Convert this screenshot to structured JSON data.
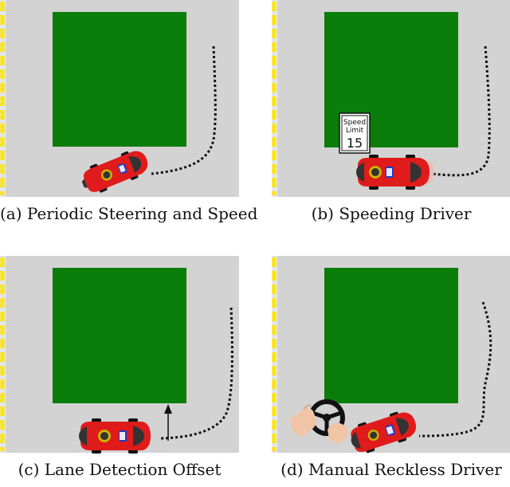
{
  "colors": {
    "road": "#d3d3d3",
    "block": "#0a7d0a",
    "lane_marking": "#ffe600",
    "car_body": "#e01b1b",
    "path": "#111111"
  },
  "panels": [
    {
      "caption": "(a) Periodic Steering and Speed"
    },
    {
      "caption": "(b) Speeding Driver",
      "sign": {
        "line1": "Speed",
        "line2": "Limit",
        "value": "15"
      }
    },
    {
      "caption": "(c) Lane Detection Offset"
    },
    {
      "caption": "(d) Manual Reckless Driver"
    }
  ]
}
